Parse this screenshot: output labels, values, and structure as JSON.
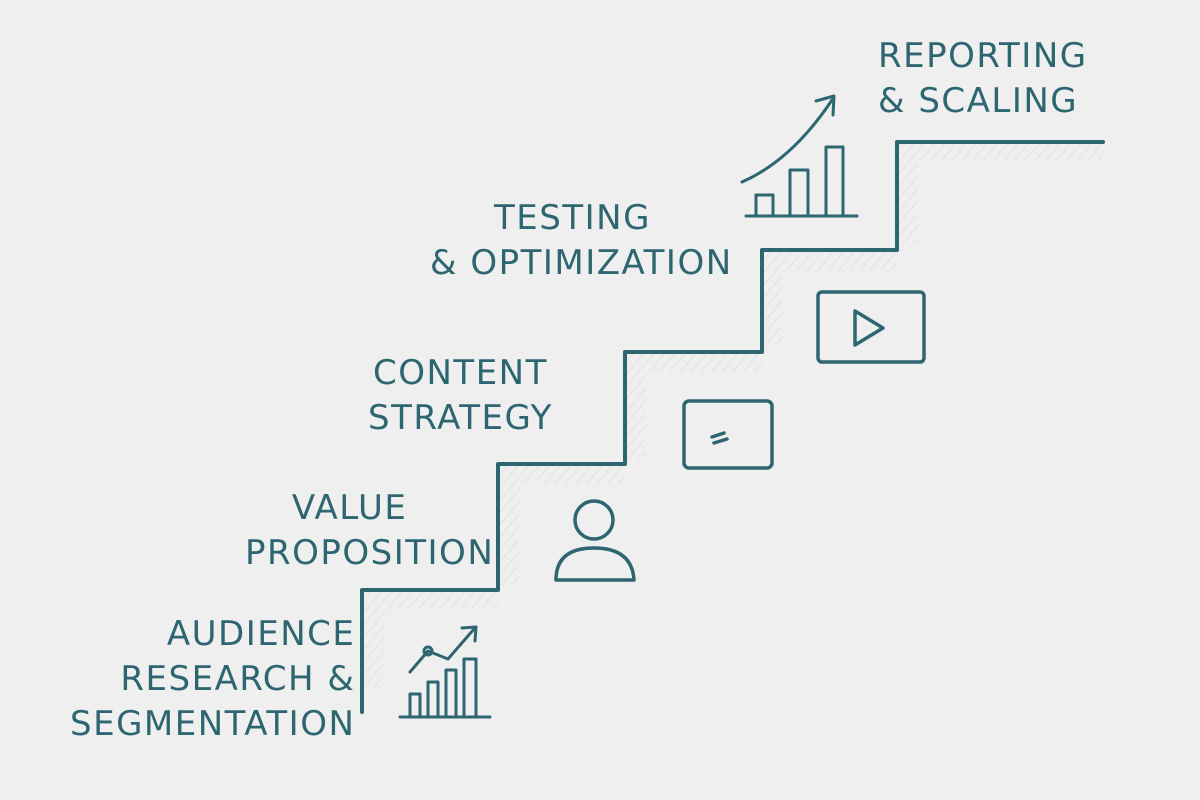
{
  "diagram": {
    "accent_color": "#2d6671",
    "background_color": "#efefef",
    "steps": [
      {
        "label_lines": [
          "AUDIENCE",
          "RESEARCH &",
          "SEGMENTATION"
        ],
        "icon": "bar-chart-trend-icon"
      },
      {
        "label_lines": [
          "VALUE",
          "PROPOSITION"
        ],
        "icon": "user-icon"
      },
      {
        "label_lines": [
          "CONTENT",
          "STRATEGY"
        ],
        "icon": "document-screen-icon"
      },
      {
        "label_lines": [
          "TESTING",
          "& OPTIMIZATION"
        ],
        "icon": "video-play-icon"
      },
      {
        "label_lines": [
          "REPORTING",
          "& SCALING"
        ],
        "icon": "growth-chart-arrow-icon"
      }
    ]
  }
}
